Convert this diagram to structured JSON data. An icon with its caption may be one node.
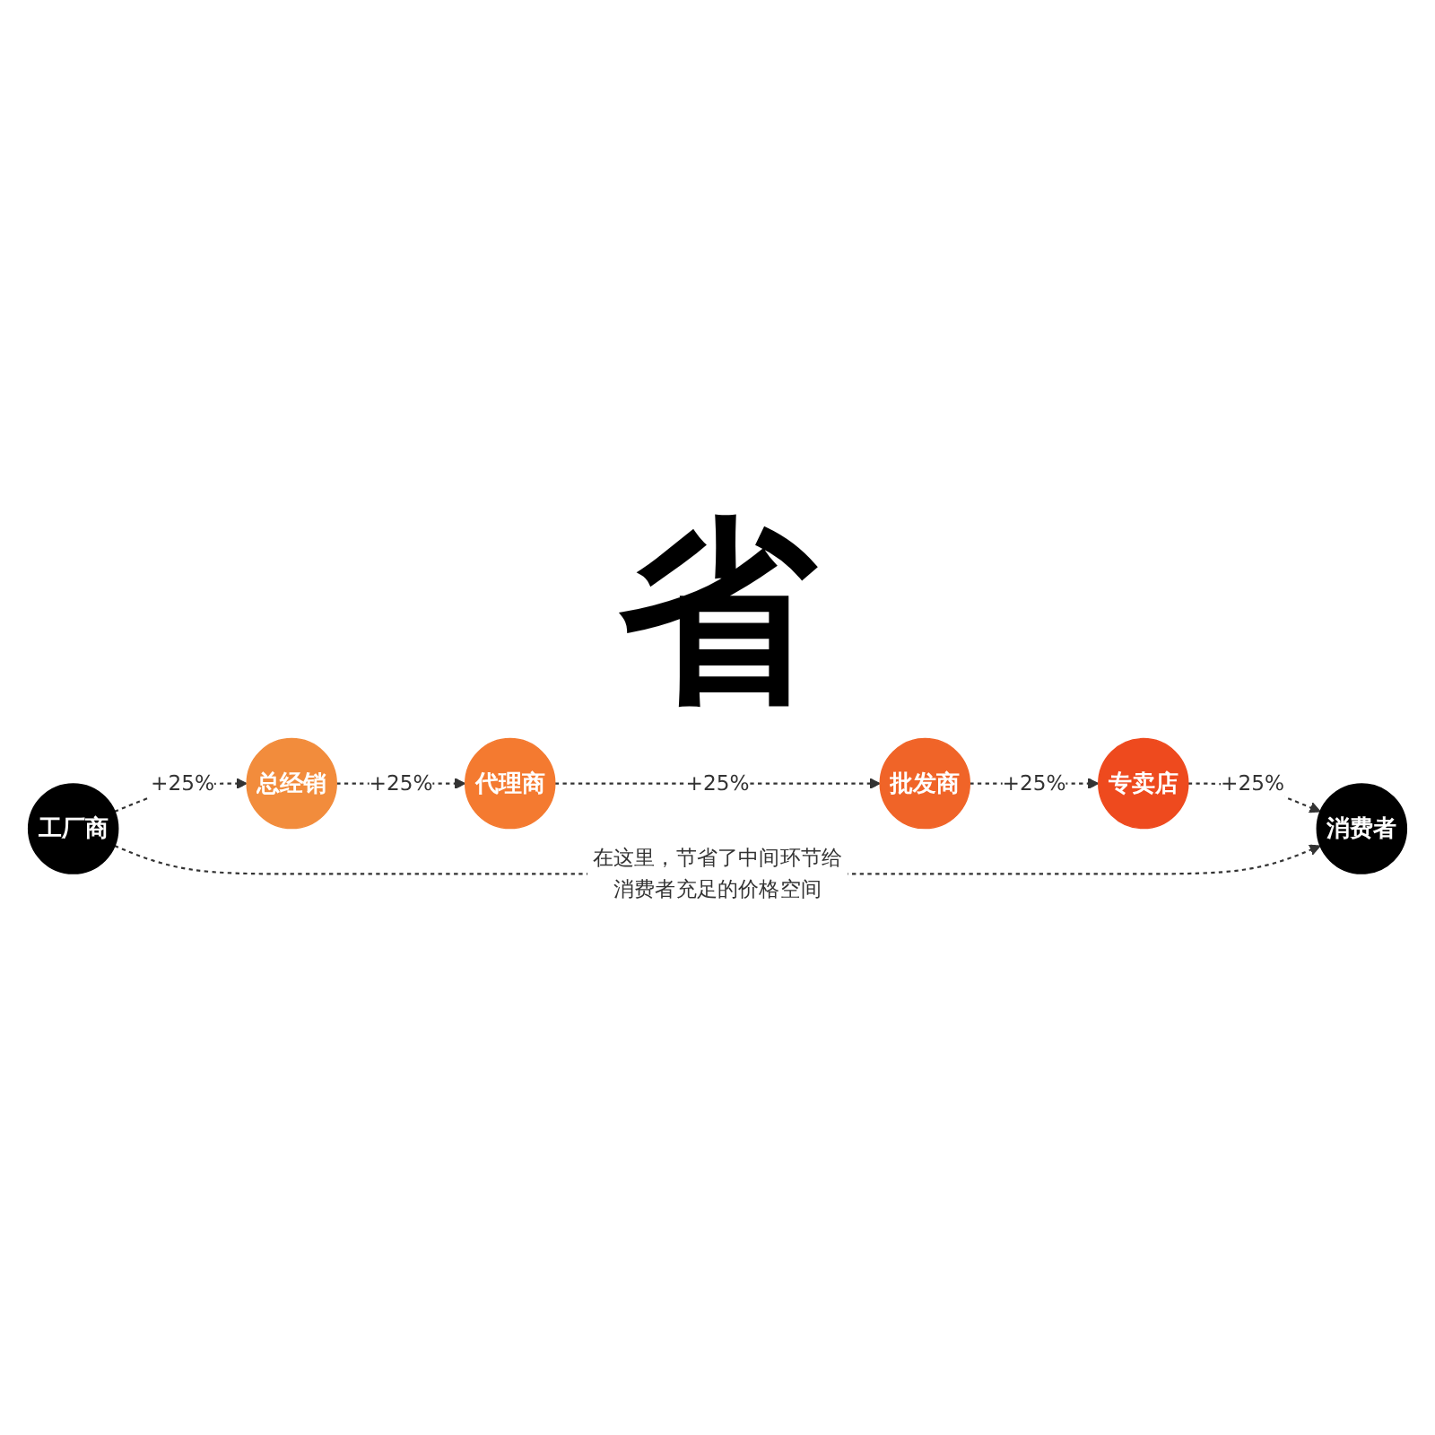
{
  "diagram": {
    "nodes": [
      {
        "text": [
          "工厂商"
        ]
      },
      {
        "text": [
          "总经销"
        ]
      },
      {
        "text": [
          "代理商"
        ]
      },
      {
        "text": [
          "批发商"
        ]
      },
      {
        "text": [
          "专卖店"
        ]
      },
      {
        "text": [
          "消费者"
        ]
      }
    ],
    "edges": [
      {
        "from": 0,
        "to": 1,
        "arrow": "to",
        "label": "+25%",
        "style": "dashed"
      },
      {
        "from": 1,
        "to": 2,
        "arrow": "to",
        "label": "+25%",
        "style": "dashed"
      },
      {
        "from": 2,
        "to": 3,
        "arrow": "to",
        "label": "+25%",
        "style": "dashed"
      },
      {
        "from": 3,
        "to": 4,
        "arrow": "to",
        "label": "+25%",
        "style": "dashed"
      },
      {
        "from": 4,
        "to": 5,
        "arrow": "to",
        "label": "+25%",
        "style": "dashed"
      },
      {
        "from": 0,
        "to": 5,
        "arrow": "to",
        "label": "在这里，节省了中间环节给消费者充足的价格空间",
        "style": "dashed"
      }
    ],
    "labels": [
      "省"
    ]
  }
}
